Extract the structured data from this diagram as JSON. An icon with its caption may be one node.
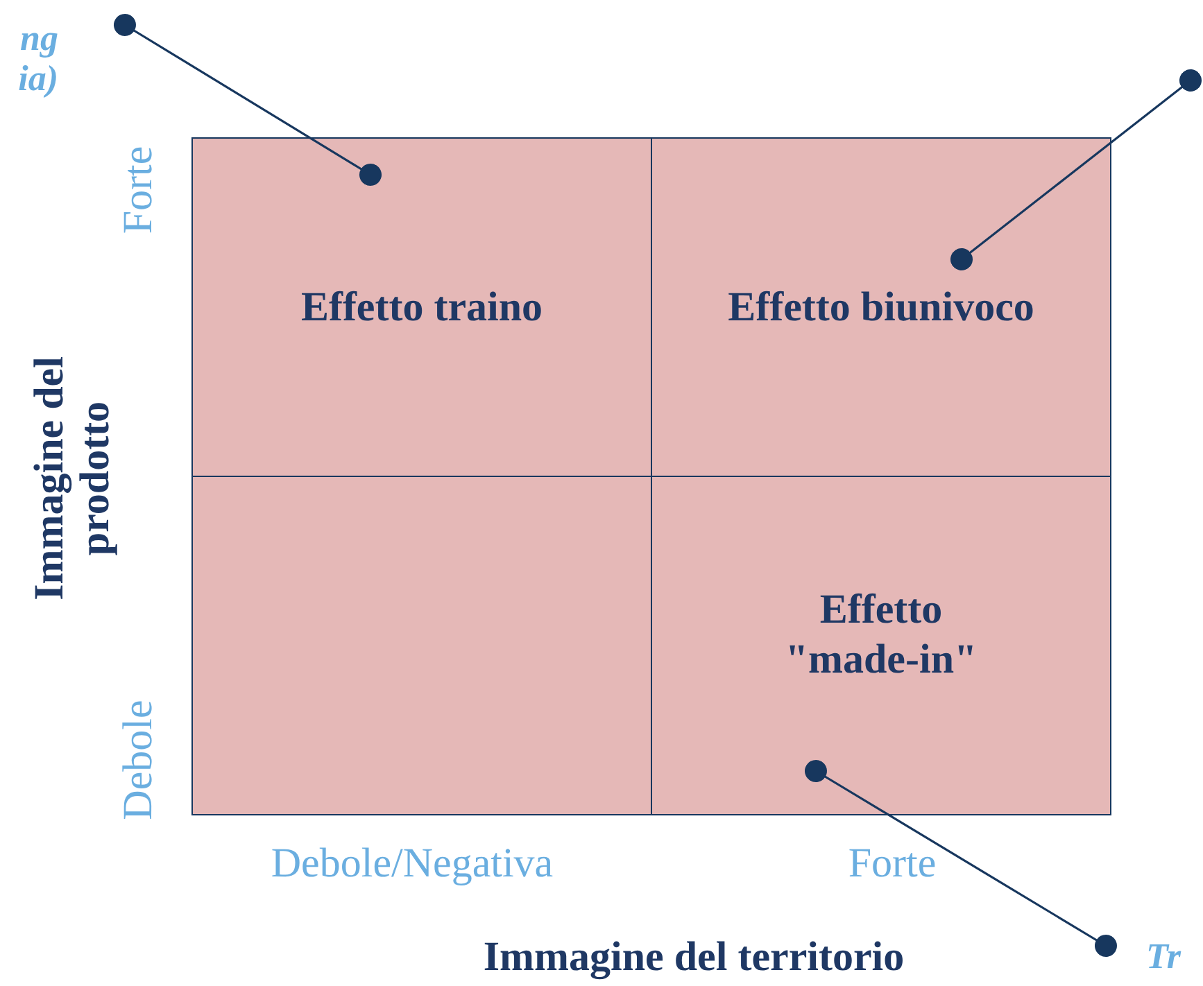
{
  "diagram": {
    "nodes": [
      {
        "text": [
          "Effetto traino"
        ]
      },
      {
        "text": [
          "Effetto biunivoco"
        ]
      },
      {
        "text": [],
        "shape": "box"
      },
      {
        "text": [
          "Effetto \"made-in\""
        ]
      },
      {
        "text": [
          "ng ia)"
        ]
      },
      {
        "text": [
          "Tr"
        ]
      }
    ],
    "edges": [
      {
        "from": 4,
        "to": 0,
        "arrow": "other"
      },
      {
        "from": null,
        "to": 1,
        "arrow": "other"
      },
      {
        "from": 5,
        "to": 3,
        "arrow": "other"
      }
    ],
    "labels": [
      "Forte",
      "Immagine del prodotto",
      "Debole",
      "Debole/Negativa",
      "Forte",
      "Immagine del territorio"
    ]
  }
}
